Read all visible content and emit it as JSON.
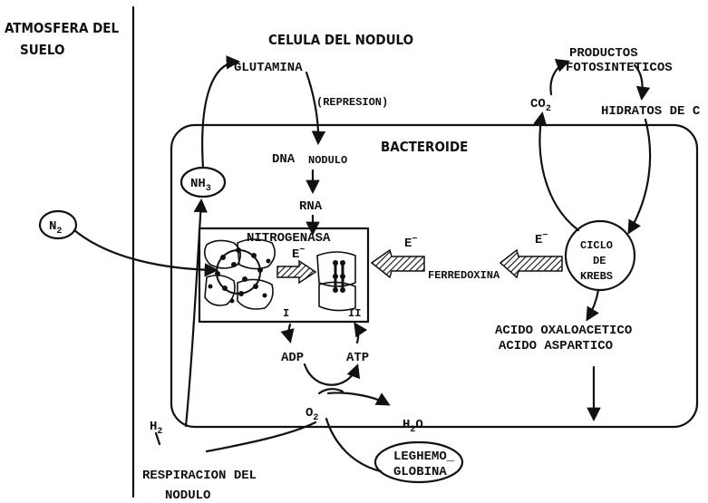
{
  "labels": {
    "soil_atmosphere_line1": "ATMOSFERA DEL",
    "soil_atmosphere_line2": "SUELO",
    "nodule_cell": "CELULA DEL NODULO",
    "glutamine": "GLUTAMINA",
    "repression": "(REPRESION)",
    "dna": "DNA",
    "dna_sub": "NODULO",
    "rna": "RNA",
    "bacteroid": "BACTEROIDE",
    "nh3": "NH",
    "nh3_sub": "3",
    "n2": "N",
    "n2_sub": "2",
    "nitrogenase": "NITROGENASA",
    "electron_1": "E",
    "electron_2": "E",
    "electron_3": "E",
    "electron_sup": "−",
    "ferredoxin": "FERREDOXINA",
    "component_1": "I",
    "component_2": "II",
    "photosynthetic_line1": "PRODUCTOS",
    "photosynthetic_line2": "FOTOSINTETICOS",
    "co2": "CO",
    "co2_sub": "2",
    "carbohydrates": "HIDRATOS DE C",
    "krebs_line1": "CICLO",
    "krebs_line2": "DE",
    "krebs_line3": "KREBS",
    "oxaloacetic": "ACIDO OXALOACETICO",
    "aspartic": "ACIDO ASPARTICO",
    "adp": "ADP",
    "atp": "ATP",
    "o2": "O",
    "o2_sub": "2",
    "h2o": "H",
    "h2o_sub": "2",
    "h2o_tail": "O",
    "h2": "H",
    "h2_sub": "2",
    "leghemo_line1": "LEGHEMO_",
    "leghemo_line2": "GLOBINA",
    "nodule_respiration_line1": "RESPIRACION DEL",
    "nodule_respiration_line2": "NODULO"
  }
}
